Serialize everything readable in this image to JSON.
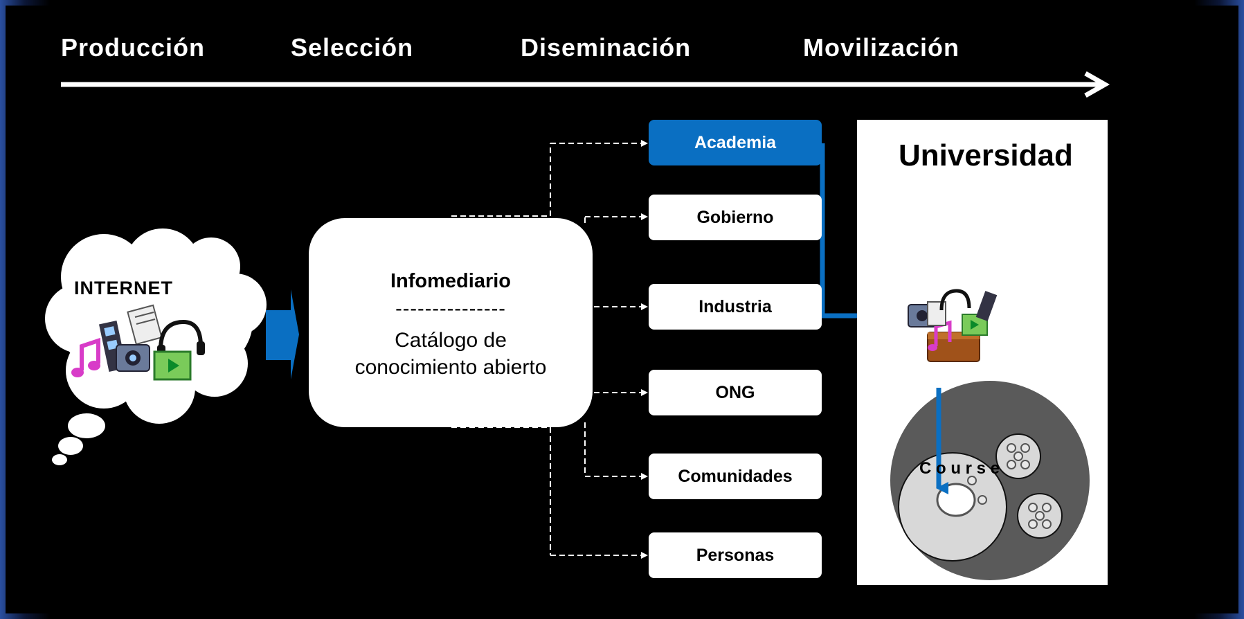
{
  "stages": [
    "Producción",
    "Selección",
    "Diseminación",
    "Movilización"
  ],
  "internet": {
    "label": "INTERNET"
  },
  "infomediary": {
    "title": "Infomediario",
    "divider": "---------------",
    "subtitle_line1": "Catálogo de",
    "subtitle_line2": "conocimiento abierto"
  },
  "targets": [
    "Academia",
    "Gobierno",
    "Industria",
    "ONG",
    "Comunidades",
    "Personas"
  ],
  "university": {
    "title": "Universidad",
    "course_label": "C o u r s e"
  },
  "colors": {
    "background": "#000000",
    "accent_blue": "#0a6fc2",
    "box": "#ffffff",
    "course_dark": "#5a5a5a",
    "course_light": "#d8d8d8"
  },
  "icons": [
    "music-note-icon",
    "film-strip-icon",
    "camera-icon",
    "document-icon",
    "headphones-icon",
    "video-play-icon"
  ]
}
